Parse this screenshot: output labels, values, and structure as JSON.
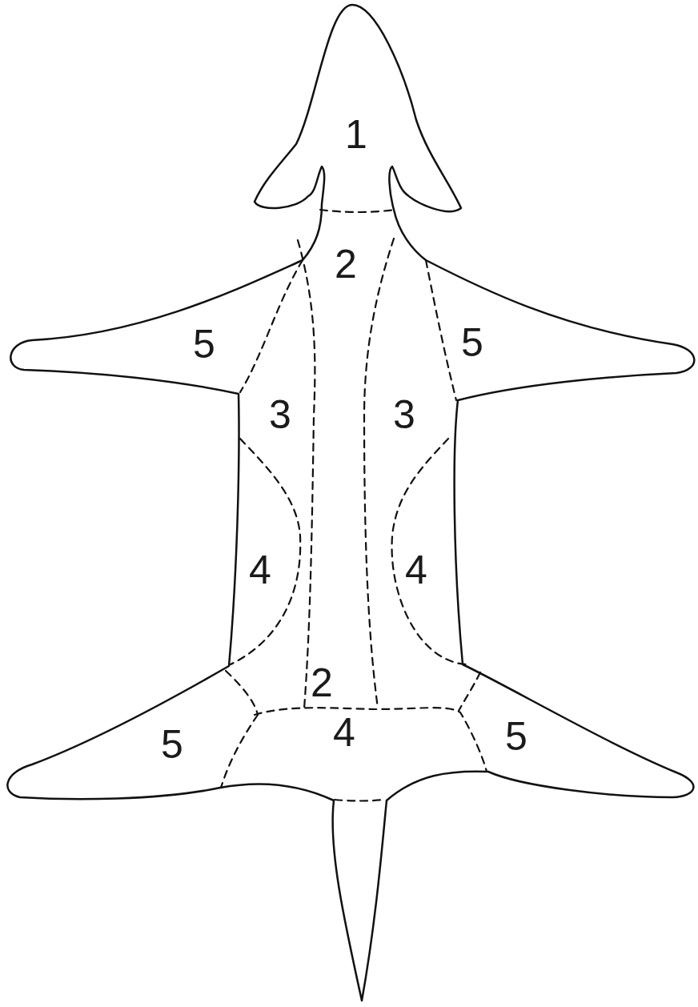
{
  "diagram": {
    "labels": [
      "1",
      "2",
      "5",
      "5",
      "3",
      "3",
      "4",
      "4",
      "2",
      "5",
      "4",
      "5"
    ]
  }
}
